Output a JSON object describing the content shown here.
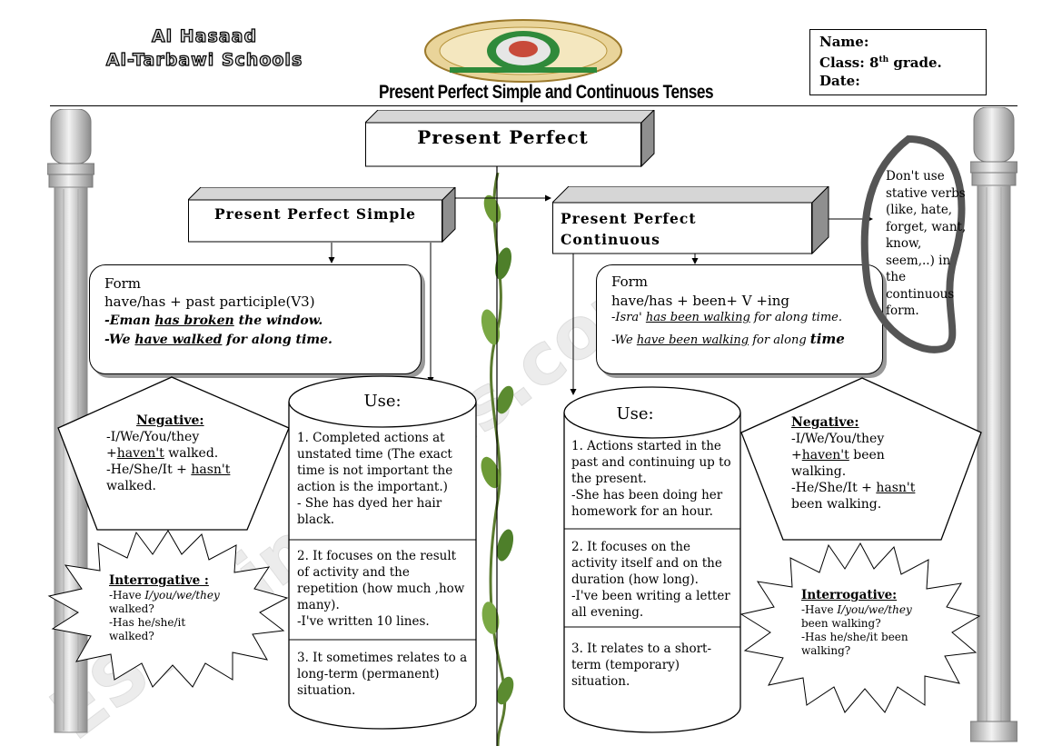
{
  "header": {
    "school_line1": "Al Hasaad",
    "school_line2": "Al-Tarbawi Schools",
    "title": "Present Perfect Simple and Continuous Tenses",
    "name_label": "Name:",
    "class_label": "Class: 8",
    "class_sup": "th",
    "class_rest": " grade.",
    "date_label": "Date:"
  },
  "watermark": "ESLprintables.com",
  "main_title": "Present Perfect",
  "simple": {
    "title": "Present Perfect Simple",
    "form_label": "Form",
    "formula": "have/has + past participle(V3)",
    "ex1_pre": "-Eman ",
    "ex1_u": "has broken",
    "ex1_post": " the window.",
    "ex2_pre": "-We ",
    "ex2_u": "have walked",
    "ex2_post": " for along time.",
    "negative": {
      "title": "Negative:",
      "l1": "-I/We/You/they",
      "l2_pre": "+",
      "l2_u": "haven't",
      "l2_post": " walked.",
      "l3_pre": "-He/She/It + ",
      "l3_u": "hasn't",
      "l4": "walked."
    },
    "interrogative": {
      "title": "Interrogative :",
      "l1_pre": "-Have ",
      "l1_i": "I/you/we/they",
      "l2": "walked?",
      "l3": "-Has he/she/it",
      "l4": "walked?"
    },
    "use": {
      "title": "Use:",
      "s1": "1. Completed actions at unstated time (The exact time is not important the action is the important.)",
      "s1b": "- She has dyed her hair black.",
      "s2": "2. It focuses on the result of activity and the repetition  (how much ,how many).",
      "s2b": "-I've written 10 lines.",
      "s3": "3. It sometimes relates to a long-term (permanent) situation."
    }
  },
  "continuous": {
    "title_l1": "Present Perfect",
    "title_l2": "Continuous",
    "form_label": "Form",
    "formula": "have/has + been+ V +ing",
    "ex1_pre": "-Isra' ",
    "ex1_u": "has been walking",
    "ex1_post": " for along time.",
    "ex2_pre": "-We ",
    "ex2_u": "have been walking",
    "ex2_post": " for along ",
    "ex2_end": "time",
    "note": "Don't use stative verbs (like, hate, forget, want, know, seem,..) in the continuous form.",
    "negative": {
      "title": "Negative:",
      "l1": "-I/We/You/they",
      "l2_pre": "+",
      "l2_u": "haven't",
      "l2_post": " been",
      "l3": "walking.",
      "l4_pre": "-He/She/It + ",
      "l4_u": "hasn't",
      "l5": "been walking."
    },
    "interrogative": {
      "title": "Interrogative:",
      "l1_pre": "-Have ",
      "l1_i": "I/you/we/they",
      "l2": "been walking?",
      "l3": "-Has he/she/it been",
      "l4": "walking?"
    },
    "use": {
      "title": "Use:",
      "s1": "1. Actions started in the past and continuing up to the present.",
      "s1b": "-She has been doing her homework for an hour.",
      "s2": "2. It focuses on the activity itself and on the duration (how long).",
      "s2b": "-I've been writing a letter all evening.",
      "s3": "3. It relates to a short-term (temporary) situation."
    }
  }
}
